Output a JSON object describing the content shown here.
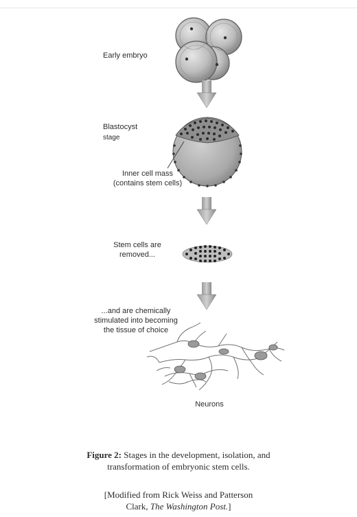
{
  "diagram": {
    "stages": {
      "early_embryo": "Early embryo",
      "blastocyst_line1": "Blastocyst",
      "blastocyst_line2": "stage",
      "inner_cell_mass_line1": "Inner cell mass",
      "inner_cell_mass_line2": "(contains stem cells)",
      "stem_cells_line1": "Stem cells are",
      "stem_cells_line2": "removed...",
      "stimulated_line1": "...and are chemically",
      "stimulated_line2": "stimulated into becoming",
      "stimulated_line3": "the tissue of choice",
      "neurons": "Neurons"
    },
    "caption": {
      "figure_label": "Figure 2:",
      "text_line1": "Stages in the development, isolation, and",
      "text_line2": "transformation of embryonic stem cells.",
      "credit_line1": "[Modified from Rick Weiss and Patterson",
      "credit_line2_prefix": "Clark, ",
      "credit_source": "The Washington Post.",
      "credit_suffix": "]"
    }
  }
}
